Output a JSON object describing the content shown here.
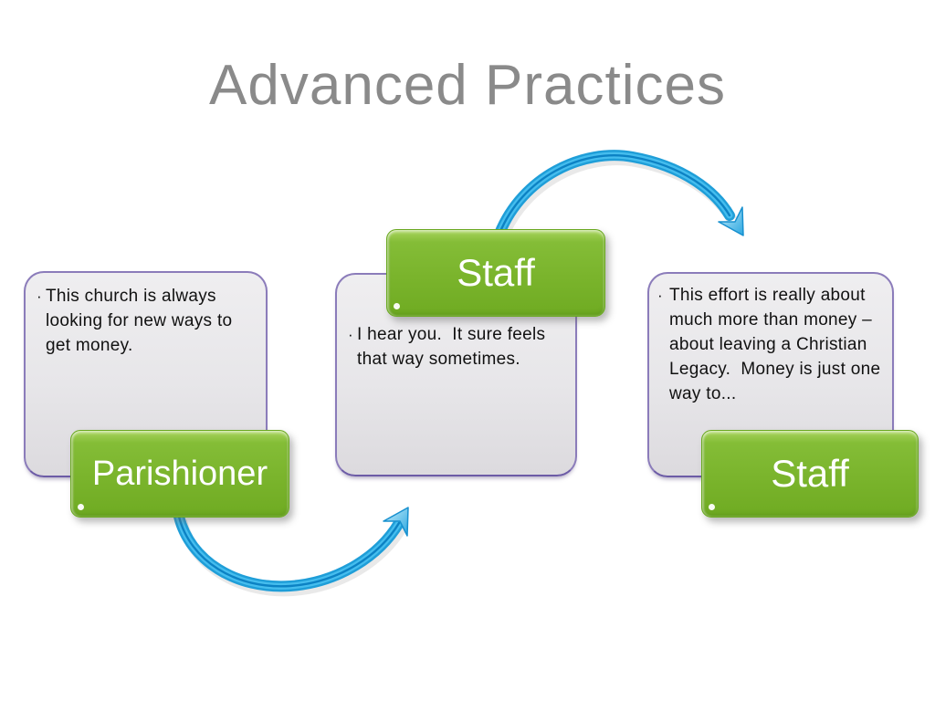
{
  "slide": {
    "title": "Advanced Practices",
    "bullet_glyph": "·",
    "callouts": [
      {
        "label": "Parishioner",
        "text": "This church is always looking for new ways to get money.",
        "lines": [
          "This church is always",
          "looking for new ways to",
          "get money."
        ]
      },
      {
        "label": "Staff",
        "text": "I hear you.  It sure feels that way sometimes.",
        "lines": [
          "I hear you.  It sure feels",
          "that way sometimes."
        ]
      },
      {
        "label": "Staff",
        "text": "This effort is really about much more than money – about leaving a Christian Legacy.  Money is just one way to...",
        "lines": [
          "This effort is really about",
          "much more than money –",
          "about leaving a Christian",
          "Legacy.  Money is just one",
          "way to..."
        ]
      }
    ],
    "arrows": [
      {
        "name": "parishioner-to-staff",
        "direction": "bottom swoop, left to right"
      },
      {
        "name": "staff-to-staff",
        "direction": "top swoop, left to right"
      }
    ],
    "colors": {
      "title_gray": "#8a8a8a",
      "callout_fill": "#e8e7ea",
      "callout_border_purple": "#8b7cba",
      "label_green": "#7ab42c",
      "label_text": "#ffffff",
      "arrow_blue": "#29a8e0",
      "body_text": "#111111",
      "background": "#ffffff"
    }
  }
}
